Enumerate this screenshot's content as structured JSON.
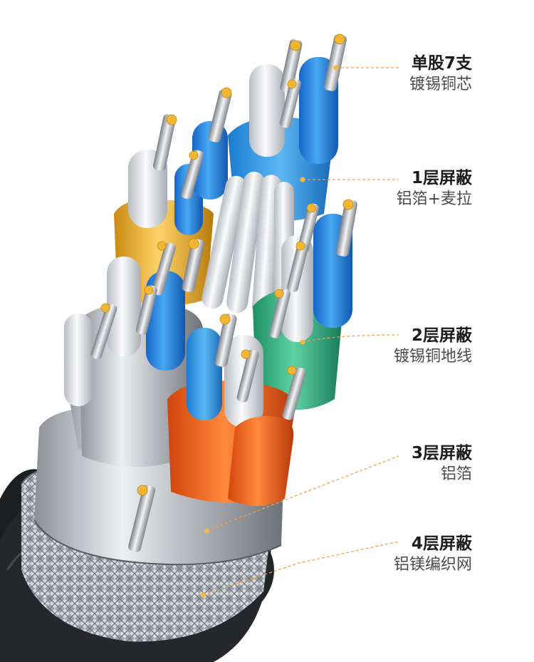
{
  "callouts": [
    {
      "title": "单股7支",
      "subtitle": "镀锡铜芯"
    },
    {
      "title": "1层屏蔽",
      "subtitle": "铝箔+麦拉"
    },
    {
      "title": "2层屏蔽",
      "subtitle": "镀锡铜地线"
    },
    {
      "title": "3层屏蔽",
      "subtitle": "铝箔"
    },
    {
      "title": "4层屏蔽",
      "subtitle": "铝镁编织网"
    }
  ],
  "colors": {
    "leader_line": "#f0a24a",
    "accent_dot": "#f5b93c",
    "title_text": "#1c1c1c",
    "subtitle_text": "#4a4a4a"
  }
}
